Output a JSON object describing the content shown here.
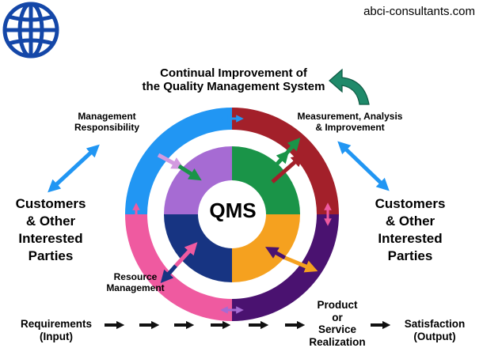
{
  "header": {
    "site": "abci-consultants.com"
  },
  "diagram": {
    "title_line1": "Continual Improvement of",
    "title_line2": "the Quality Management System",
    "center_label": "QMS",
    "processes": {
      "management_line1": "Management",
      "management_line2": "Responsibility",
      "measurement_line1": "Measurement, Analysis",
      "measurement_line2": "& Improvement",
      "resource_line1": "Resource",
      "resource_line2": "Management",
      "product_line1": "Product",
      "product_line2": "or",
      "product_line3": "Service",
      "product_line4": "Realization"
    },
    "customers_left": [
      "Customers",
      "& Other",
      "Interested",
      "Parties"
    ],
    "customers_right": [
      "Customers",
      "& Other",
      "Interested",
      "Parties"
    ],
    "input": {
      "line1": "Requirements",
      "line2": "(Input)"
    },
    "output": {
      "line1": "Satisfaction",
      "line2": "(Output)"
    },
    "colors": {
      "blue": "#2196f3",
      "red": "#a3202a",
      "pink": "#ef5aa0",
      "purple_dark": "#4a1270",
      "lavender": "#a66bd3",
      "green": "#1a9448",
      "navy": "#173482",
      "orange": "#f5a11f",
      "teal": "#1f8a6a",
      "globe": "#1447a8"
    }
  }
}
